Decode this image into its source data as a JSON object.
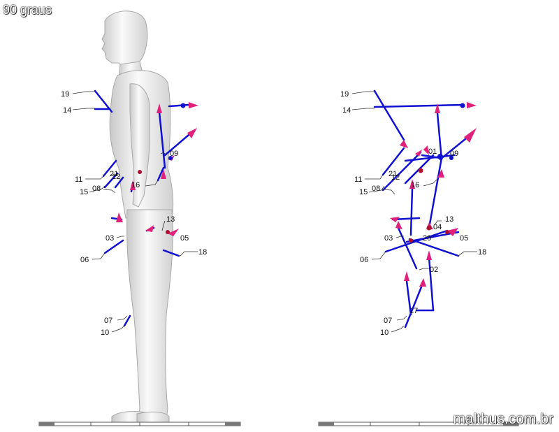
{
  "angle_label": "90 graus",
  "watermark": "malthus.com.br",
  "colors": {
    "segment": "#1010d0",
    "arrow": "#e0207a",
    "leader": "#333333",
    "body": "#f0f0f0"
  },
  "left_view": {
    "markers": [
      "19",
      "14",
      "11",
      "21",
      "12",
      "15",
      "08",
      "16",
      "09",
      "13",
      "03",
      "05",
      "06",
      "18",
      "07",
      "10"
    ]
  },
  "right_view": {
    "markers": [
      "19",
      "14",
      "01",
      "09",
      "11",
      "21",
      "12",
      "15",
      "08",
      "16",
      "13",
      "04",
      "03",
      "20",
      "05",
      "06",
      "18",
      "02",
      "17",
      "07",
      "10"
    ]
  }
}
